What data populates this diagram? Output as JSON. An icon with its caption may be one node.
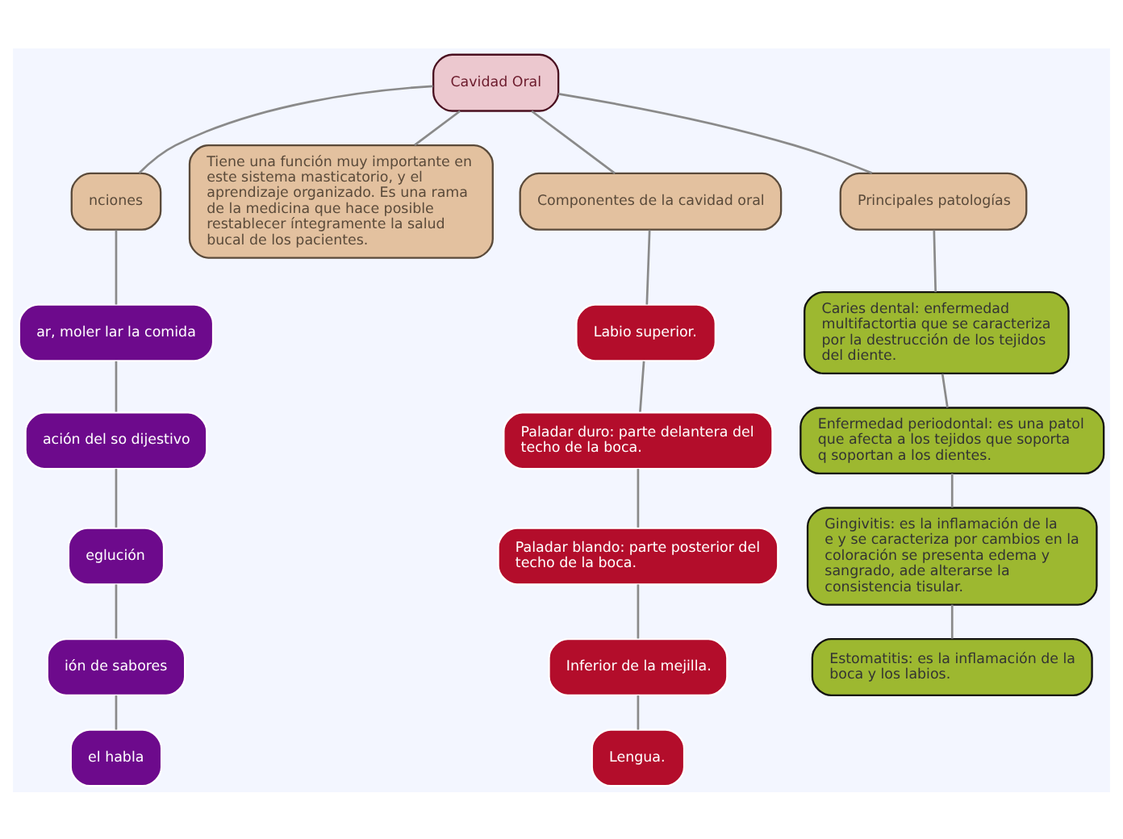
{
  "diagram": {
    "nodes": [
      {
        "text": [
          "Cavidad Oral"
        ]
      },
      {
        "text": [
          "nciones"
        ]
      },
      {
        "text": [
          "Tiene una función muy importante en este sistema masticatorio, y el aprendizaje organizado. Es una rama de la medicina que hace posible restablecer íntegramente la salud bucal de los pacientes."
        ]
      },
      {
        "text": [
          "Componentes de la cavidad oral"
        ]
      },
      {
        "text": [
          "Principales patologías"
        ]
      },
      {
        "text": [
          "ar, moler lar la comida"
        ]
      },
      {
        "text": [
          "ación del so dijestivo"
        ]
      },
      {
        "text": [
          "eglución"
        ]
      },
      {
        "text": [
          "ión de sabores"
        ]
      },
      {
        "text": [
          "el habla"
        ]
      },
      {
        "text": [
          "Labio superior."
        ]
      },
      {
        "text": [
          "Paladar duro: parte delantera del techo de la boca."
        ]
      },
      {
        "text": [
          "Paladar blando: parte posterior del techo de la boca."
        ]
      },
      {
        "text": [
          "Inferior de la mejilla."
        ]
      },
      {
        "text": [
          "Lengua."
        ]
      },
      {
        "text": [
          "Caries dental: enfermedad multifactortia que se caracteriza por la destrucción de los tejidos del diente."
        ]
      },
      {
        "text": [
          "Enfermedad periodontal: es una patol que afecta a los tejidos que soporta q soportan a los dientes."
        ]
      },
      {
        "text": [
          "Gingivitis: es la inflamación de la e y se caracteriza por cambios en la coloración se presenta edema y sangrado, ade alterarse la consistencia tisular."
        ]
      },
      {
        "text": [
          "Estomatitis: es la inflamación de la boca y los labios."
        ]
      }
    ],
    "edges": [
      {
        "from": 0,
        "to": 1,
        "arrow": "none"
      },
      {
        "from": 0,
        "to": 2,
        "arrow": "none"
      },
      {
        "from": 0,
        "to": 3,
        "arrow": "none"
      },
      {
        "from": 0,
        "to": 4,
        "arrow": "none"
      },
      {
        "from": 1,
        "to": 5,
        "arrow": "none"
      },
      {
        "from": 5,
        "to": 6,
        "arrow": "none"
      },
      {
        "from": 6,
        "to": 7,
        "arrow": "none"
      },
      {
        "from": 7,
        "to": 8,
        "arrow": "none"
      },
      {
        "from": 8,
        "to": 9,
        "arrow": "none"
      },
      {
        "from": 3,
        "to": 10,
        "arrow": "none"
      },
      {
        "from": 10,
        "to": 11,
        "arrow": "none"
      },
      {
        "from": 11,
        "to": 12,
        "arrow": "none"
      },
      {
        "from": 12,
        "to": 13,
        "arrow": "none"
      },
      {
        "from": 13,
        "to": 14,
        "arrow": "none"
      },
      {
        "from": 4,
        "to": 15,
        "arrow": "none"
      },
      {
        "from": 15,
        "to": 16,
        "arrow": "none"
      },
      {
        "from": 16,
        "to": 17,
        "arrow": "none"
      },
      {
        "from": 17,
        "to": 18,
        "arrow": "none"
      }
    ]
  }
}
